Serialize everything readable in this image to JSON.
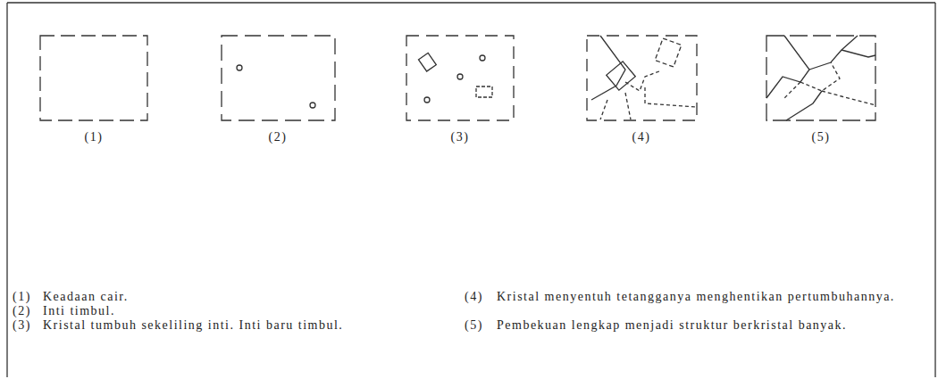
{
  "diagram": {
    "labels": [
      "(1)",
      "(2)",
      "(3)",
      "(4)",
      "(5)",
      "(1)",
      "Keadaan cair.",
      "(2)",
      "Inti timbul.",
      "(3)",
      "Kristal tumbuh sekeliling inti. Inti baru timbul.",
      "(4)",
      "Kristal menyentuh tetangganya menghentikan pertumbuhannya.",
      "(5)",
      "Pembekuan lengkap menjadi struktur berkristal banyak."
    ]
  }
}
